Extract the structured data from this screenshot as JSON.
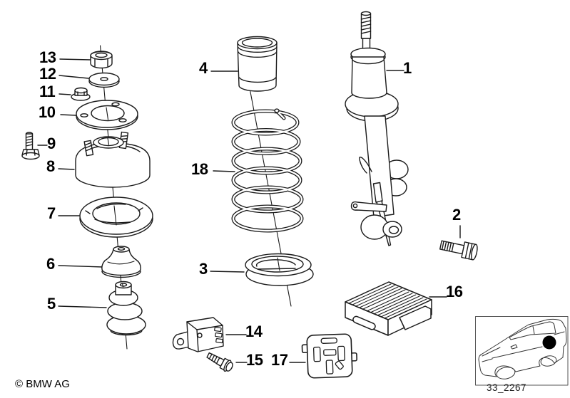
{
  "diagram": {
    "copyright": "© BMW AG",
    "reference_code": "33_2267"
  },
  "callouts": [
    {
      "number": "13",
      "part": "self-locking-nut"
    },
    {
      "number": "12",
      "part": "washer"
    },
    {
      "number": "11",
      "part": "flange-nut"
    },
    {
      "number": "10",
      "part": "retaining-plate"
    },
    {
      "number": "9",
      "part": "hex-screw"
    },
    {
      "number": "8",
      "part": "guide-support-mount"
    },
    {
      "number": "7",
      "part": "upper-spring-pad"
    },
    {
      "number": "6",
      "part": "support-cup"
    },
    {
      "number": "5",
      "part": "additional-shock-absorber"
    },
    {
      "number": "4",
      "part": "protection-tube"
    },
    {
      "number": "18",
      "part": "coil-spring"
    },
    {
      "number": "3",
      "part": "lower-spring-pad"
    },
    {
      "number": "1",
      "part": "spring-strut-shock-absorber"
    },
    {
      "number": "2",
      "part": "hex-bolt"
    },
    {
      "number": "16",
      "part": "control-unit"
    },
    {
      "number": "14",
      "part": "acceleration-sensor"
    },
    {
      "number": "15",
      "part": "sensor-screw"
    },
    {
      "number": "17",
      "part": "relay"
    }
  ]
}
